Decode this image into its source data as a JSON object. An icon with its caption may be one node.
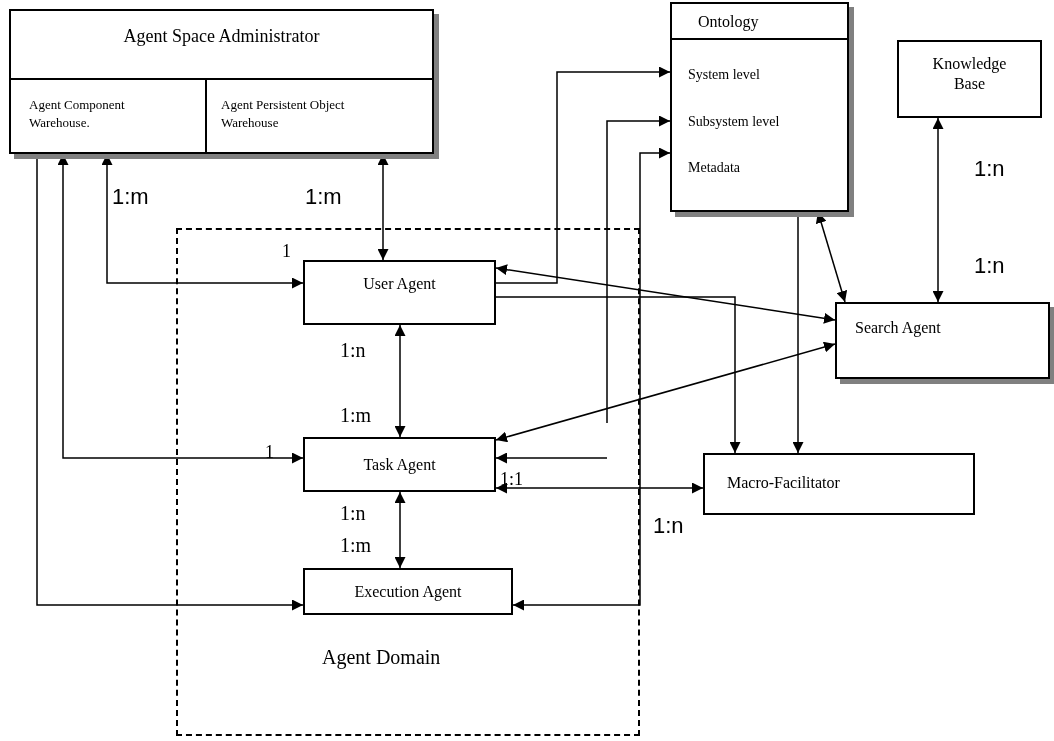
{
  "diagram": {
    "nodes": [
      {
        "text": [
          "Agent Space Administrator"
        ]
      },
      {
        "text": [
          "Agent Component Warehouse."
        ],
        "in": 0
      },
      {
        "text": [
          "Agent Persistent Object Warehouse"
        ],
        "in": 0
      },
      {
        "text": [
          "Ontology"
        ]
      },
      {
        "text": [
          "System level"
        ],
        "in": 3
      },
      {
        "text": [
          "Subsystem level"
        ],
        "in": 3
      },
      {
        "text": [
          "Metadata"
        ],
        "in": 3
      },
      {
        "text": [
          "Knowledge Base"
        ]
      },
      {
        "text": [
          "Agent Domain"
        ]
      },
      {
        "text": [
          "User Agent"
        ],
        "in": 8
      },
      {
        "text": [
          "Task Agent"
        ],
        "in": 8
      },
      {
        "text": [
          "Execution Agent"
        ],
        "in": 8
      },
      {
        "text": [
          "Search Agent"
        ]
      },
      {
        "text": [
          "Macro-Facilitator"
        ]
      }
    ],
    "edges": [
      {
        "from": 1,
        "to": 9,
        "arrow": "both"
      },
      {
        "from": 1,
        "to": 10,
        "arrow": "both"
      },
      {
        "from": 1,
        "to": 11,
        "arrow": "to"
      },
      {
        "from": 2,
        "to": 9,
        "arrow": "both"
      },
      {
        "from": 9,
        "to": 4,
        "arrow": "to"
      },
      {
        "from": null,
        "to": 5,
        "arrow": "to"
      },
      {
        "from": null,
        "to": 10,
        "arrow": "to"
      },
      {
        "from": 6,
        "to": 11,
        "arrow": "both"
      },
      {
        "from": 9,
        "to": 12,
        "arrow": "both"
      },
      {
        "from": 9,
        "to": 13,
        "arrow": "to"
      },
      {
        "from": 3,
        "to": 13,
        "arrow": "to"
      },
      {
        "from": 3,
        "to": 12,
        "arrow": "both"
      },
      {
        "from": 7,
        "to": 12,
        "arrow": "both"
      },
      {
        "from": 12,
        "to": 10,
        "arrow": "both"
      },
      {
        "from": 9,
        "to": 10,
        "arrow": "both"
      },
      {
        "from": 10,
        "to": 13,
        "arrow": "both",
        "label": "1:1"
      },
      {
        "from": 10,
        "to": 11,
        "arrow": "both"
      }
    ],
    "labels": [
      "1:m",
      "1:m",
      "1",
      "1:n",
      "1:n",
      "1:n",
      "1:m",
      "1",
      "1:n",
      "1:m",
      "1:n"
    ]
  }
}
